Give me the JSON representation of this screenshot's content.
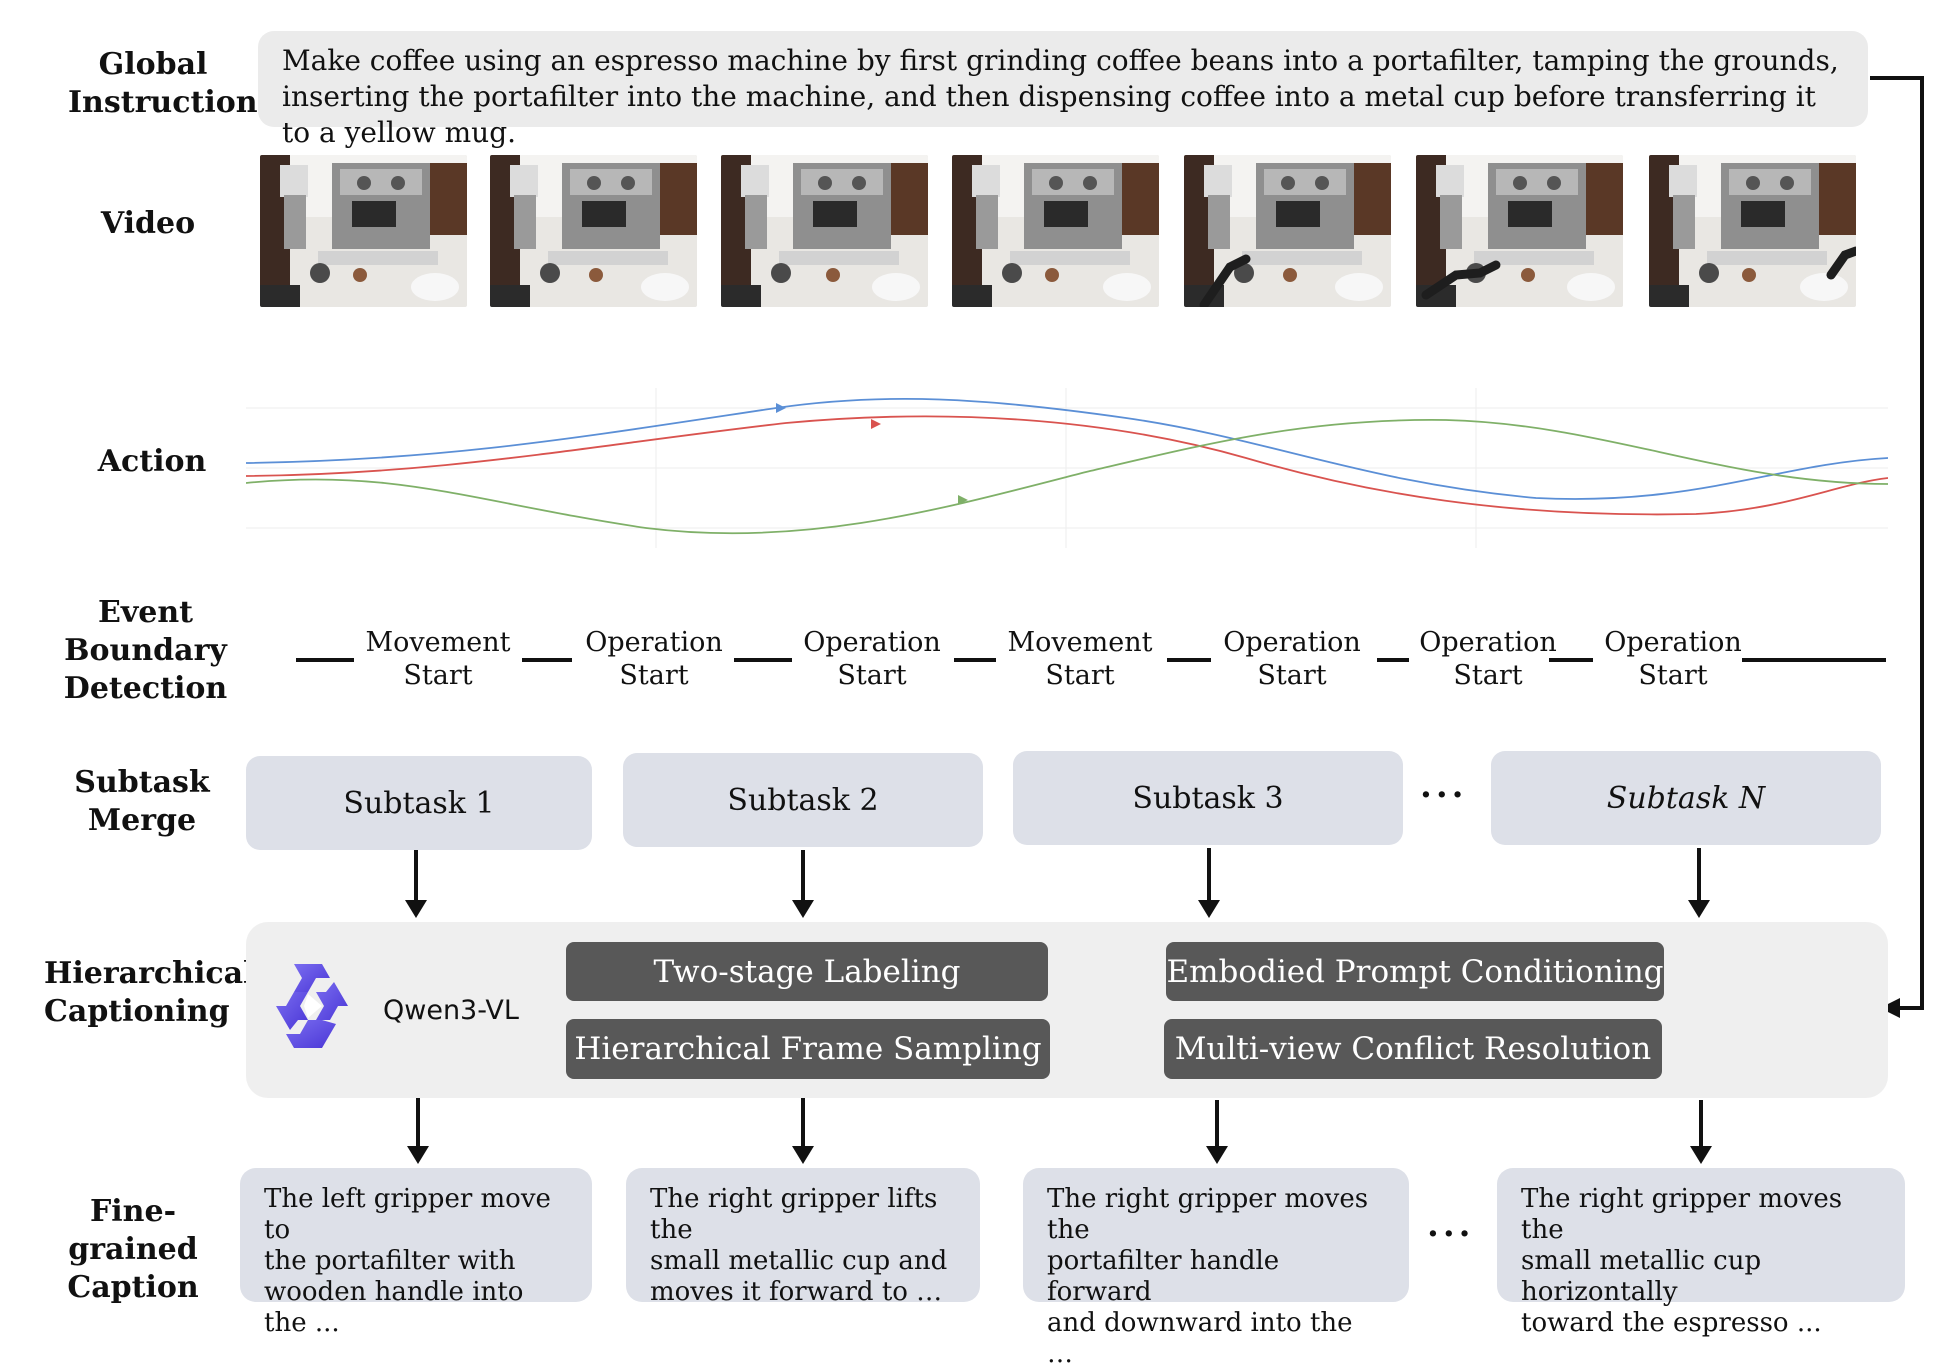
{
  "labels": {
    "global": [
      "Global",
      "Instruction"
    ],
    "video": "Video",
    "action": "Action",
    "event": [
      "Event",
      "Boundary",
      "Detection"
    ],
    "subtask": [
      "Subtask",
      "Merge"
    ],
    "hier": [
      "Hierarchical",
      "Captioning"
    ],
    "fine": [
      "Fine-grained",
      "Caption"
    ]
  },
  "instruction": "Make coffee using an espresso machine by first grinding coffee beans into a portafilter, tamping the grounds, inserting the portafilter into the machine, and then dispensing coffee into a metal cup before transferring it to a yellow mug.",
  "events": [
    [
      "Movement",
      "Start"
    ],
    [
      "Operation",
      "Start"
    ],
    [
      "Operation",
      "Start"
    ],
    [
      "Movement",
      "Start"
    ],
    [
      "Operation",
      "Start"
    ],
    [
      "Operation",
      "Start"
    ],
    [
      "Operation",
      "Start"
    ]
  ],
  "subtasks": [
    "Subtask 1",
    "Subtask 2",
    "Subtask 3",
    "Subtask N"
  ],
  "ellipsis": "···",
  "model": "Qwen3-VL",
  "techniques": [
    "Two-stage Labeling",
    "Embodied Prompt Conditioning",
    "Hierarchical Frame Sampling",
    "Multi-view Conflict Resolution"
  ],
  "captions": [
    [
      "The left gripper move to",
      "the portafilter with",
      "wooden handle into the ..."
    ],
    [
      "The right gripper lifts the",
      "small metallic cup and",
      "moves it forward to …"
    ],
    [
      "The right gripper moves the",
      "portafilter handle forward",
      "and downward into the …"
    ],
    [
      "The right gripper moves the",
      "small metallic cup horizontally",
      "toward the espresso ..."
    ]
  ],
  "colors": {
    "blue_curve": "#5b8fd6",
    "red_curve": "#d9534f",
    "green_curve": "#7fb068",
    "tech_box": "#585858",
    "subtask_box": "#dde0e8",
    "logo": "#6b5ce7"
  },
  "icons": {
    "model_logo": "qwen-logo-icon"
  }
}
